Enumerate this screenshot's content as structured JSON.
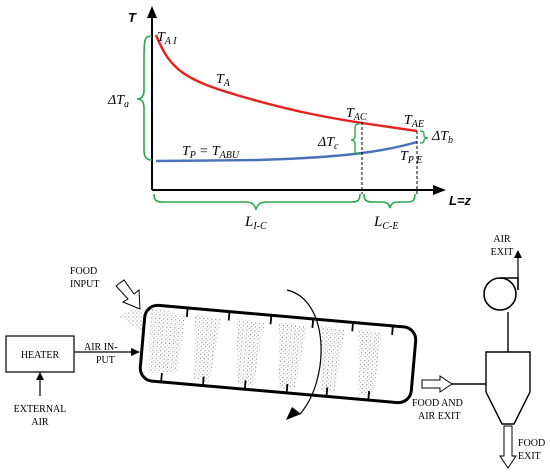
{
  "colors": {
    "air_curve": "#e8201e",
    "product_curve": "#4a72b8",
    "bracket": "#2aa84a",
    "ink": "#000000",
    "stipple": "#8f8f8f"
  },
  "graph": {
    "y_axis_label": "T",
    "x_axis_label": "L=z",
    "t_ai": {
      "main": "T",
      "sub": "A I"
    },
    "t_a": {
      "main": "T",
      "sub": "A"
    },
    "t_ac": {
      "main": "T",
      "sub": "AC"
    },
    "t_ae": {
      "main": "T",
      "sub": "AE"
    },
    "t_pe": {
      "main": "T",
      "sub": "P E"
    },
    "t_p": {
      "main": "T",
      "sub": "P"
    },
    "equals": "=",
    "t_abu": {
      "main": "T",
      "sub": "ABU"
    },
    "delta_ta": {
      "main": "ΔT",
      "sub": "a"
    },
    "delta_tb": {
      "main": "ΔT",
      "sub": "b"
    },
    "delta_tc": {
      "main": "ΔT",
      "sub": "c"
    },
    "l_ic": {
      "main": "L",
      "sub": "I-C"
    },
    "l_ce": {
      "main": "L",
      "sub": "C-E"
    }
  },
  "process": {
    "heater": "HEATER",
    "external_air": [
      "EXTERNAL",
      "AIR"
    ],
    "air_input": [
      "AIR IN-",
      "PUT"
    ],
    "food_input": [
      "FOOD",
      "INPUT"
    ],
    "food_air_exit": [
      "FOOD AND",
      "AIR EXIT"
    ],
    "air_exit": [
      "AIR",
      "EXIT"
    ],
    "food_exit": [
      "FOOD",
      "EXIT"
    ]
  }
}
